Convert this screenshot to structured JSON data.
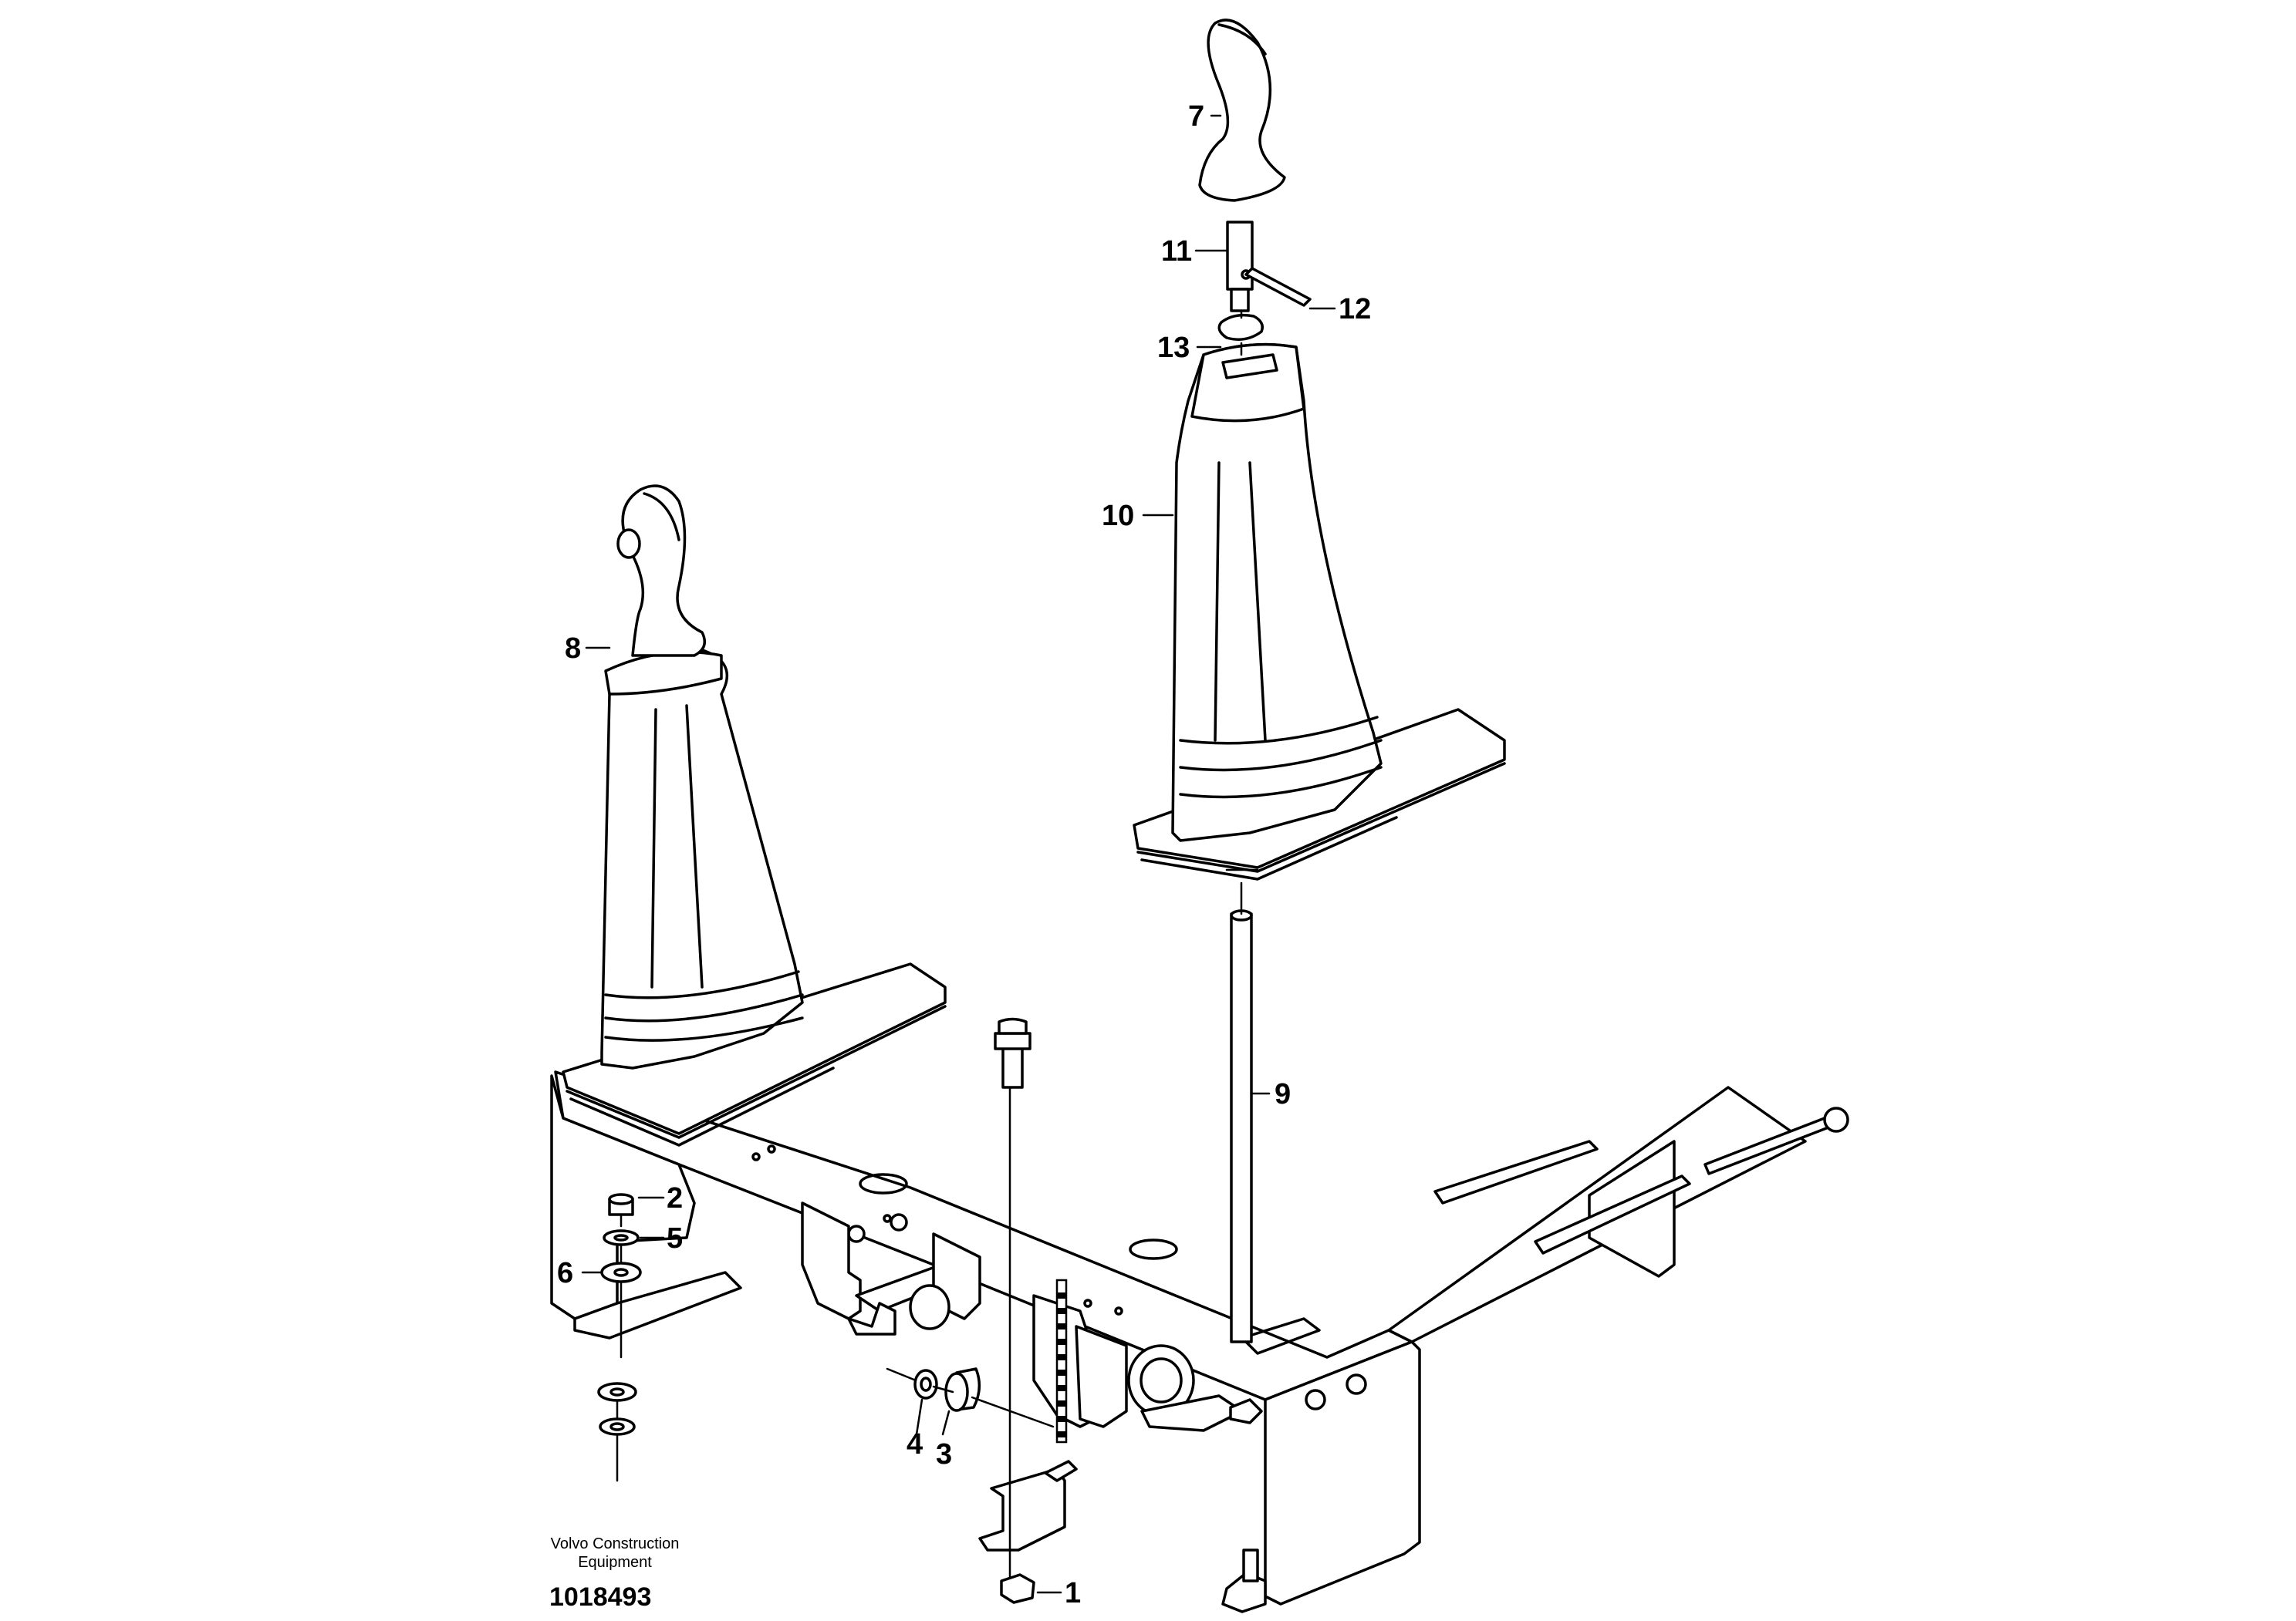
{
  "diagram": {
    "callouts": [
      {
        "id": "1",
        "label": "1"
      },
      {
        "id": "2",
        "label": "2"
      },
      {
        "id": "3",
        "label": "3"
      },
      {
        "id": "4",
        "label": "4"
      },
      {
        "id": "5",
        "label": "5"
      },
      {
        "id": "6",
        "label": "6"
      },
      {
        "id": "7",
        "label": "7"
      },
      {
        "id": "8",
        "label": "8"
      },
      {
        "id": "9",
        "label": "9"
      },
      {
        "id": "10",
        "label": "10"
      },
      {
        "id": "11",
        "label": "11"
      },
      {
        "id": "12",
        "label": "12"
      },
      {
        "id": "13",
        "label": "13"
      }
    ],
    "caption_line1": "Volvo Construction",
    "caption_line2": "Equipment",
    "document_number": "1018493"
  }
}
